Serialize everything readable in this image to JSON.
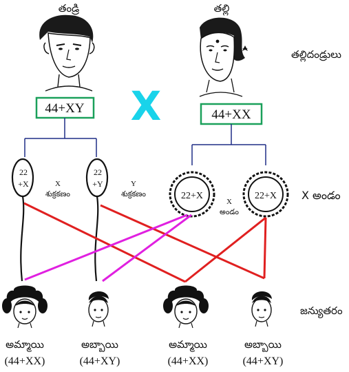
{
  "father": {
    "label": "తండ్రి",
    "karyotype": "44+XY"
  },
  "mother": {
    "label": "తల్లి",
    "karyotype": "44+XX"
  },
  "parents_label": "తల్లిదండ్రులు",
  "cross_symbol": "X",
  "sperm": [
    {
      "chromosomes": "22\n+X",
      "line1": "22",
      "line2": "+X",
      "type_letter": "X",
      "name": "శుక్రకణం"
    },
    {
      "chromosomes": "22\n+Y",
      "line1": "22",
      "line2": "+Y",
      "type_letter": "Y",
      "name": "శుక్రకణం"
    }
  ],
  "eggs": [
    {
      "chromosomes": "22+X"
    },
    {
      "chromosomes": "22+X"
    }
  ],
  "egg_label": {
    "letter": "X",
    "name": "అండం"
  },
  "egg_side_label": "X అండం",
  "offspring_label": "జన్యుతరం",
  "offspring": [
    {
      "name": "అమ్మాయి",
      "karyotype": "(44+XX)"
    },
    {
      "name": "అబ్బాయి",
      "karyotype": "(44+XY)"
    },
    {
      "name": "అమ్మాయి",
      "karyotype": "(44+XX)"
    },
    {
      "name": "అబ్బాయి",
      "karyotype": "(44+XY)"
    }
  ],
  "colors": {
    "parent_box_border": "#1aa05a",
    "tree_lines": "#1f2d86",
    "cross_symbol": "#19d3ea",
    "line_x_sperm": "#e02020",
    "line_egg": "#e020e0"
  }
}
